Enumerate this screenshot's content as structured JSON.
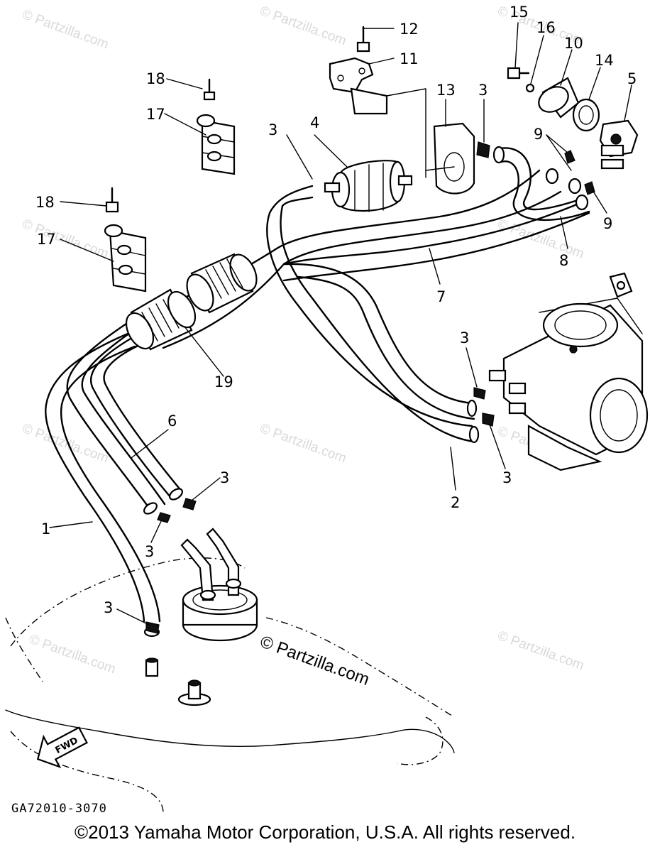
{
  "watermarks": [
    "© Partzilla.com",
    "© Partzilla.com",
    "© Partzilla.com",
    "© Partzilla.com",
    "© Partzilla.com",
    "© Partzilla.com",
    "© Partzilla.com",
    "© Partzilla.com",
    "© Partzilla.com"
  ],
  "center_watermark": "© Partzilla.com",
  "callouts": {
    "c1": "1",
    "c2": "2",
    "c3a": "3",
    "c3b": "3",
    "c3c": "3",
    "c3d": "3",
    "c3e": "3",
    "c3f": "3",
    "c3g": "3",
    "c4": "4",
    "c5": "5",
    "c6": "6",
    "c7": "7",
    "c8": "8",
    "c9a": "9",
    "c9b": "9",
    "c10": "10",
    "c11": "11",
    "c12": "12",
    "c13": "13",
    "c14": "14",
    "c15": "15",
    "c16": "16",
    "c17a": "17",
    "c17b": "17",
    "c18a": "18",
    "c18b": "18",
    "c19": "19"
  },
  "fwd_label": "FWD",
  "diagram_code": "GA72010-3070",
  "copyright": "©2013  Yamaha Motor Corporation, U.S.A. All rights reserved."
}
